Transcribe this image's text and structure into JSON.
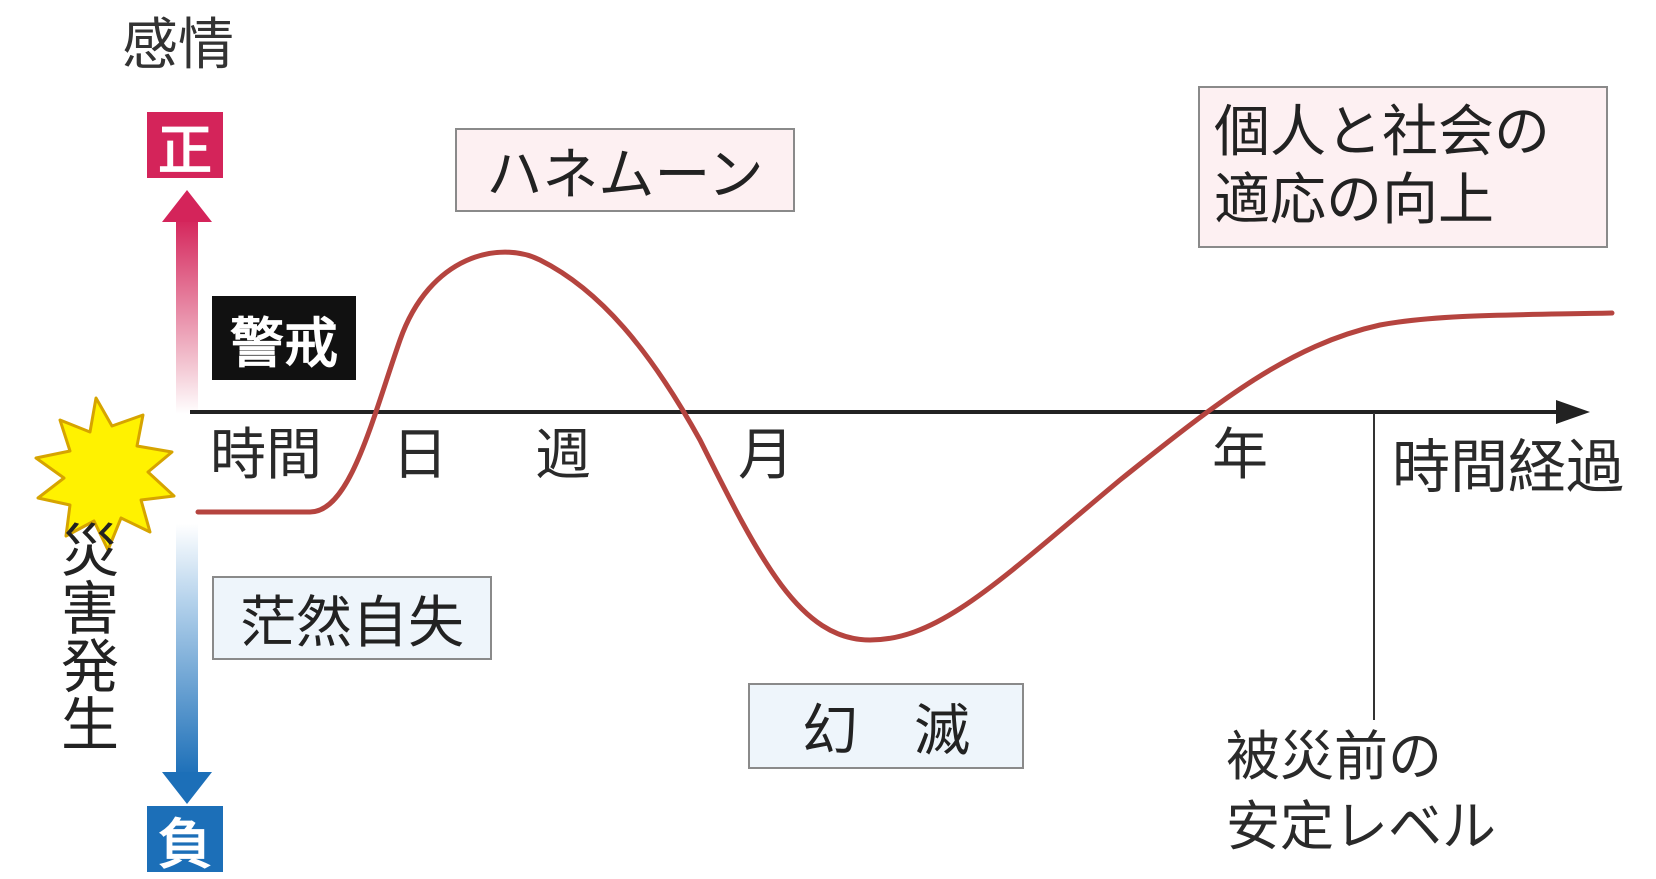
{
  "emotion_label": "感情",
  "positive_label": "正",
  "negative_label": "負",
  "disaster_label": "災害発生",
  "time_axis_label": "時間経過",
  "time_ticks": [
    "時間",
    "日",
    "週",
    "月",
    "年"
  ],
  "phases": {
    "alert": "警戒",
    "shock": "茫然自失",
    "honeymoon": "ハネムーン",
    "disillusion": "幻　滅",
    "adaptation_line1": "個人と社会の",
    "adaptation_line2": "適応の向上"
  },
  "baseline_line1": "被災前の",
  "baseline_line2": "安定レベル",
  "colors": {
    "curve": "#b5443f",
    "positive": "#d4245a",
    "negative": "#1c6fb8",
    "burst": "#fff200"
  }
}
